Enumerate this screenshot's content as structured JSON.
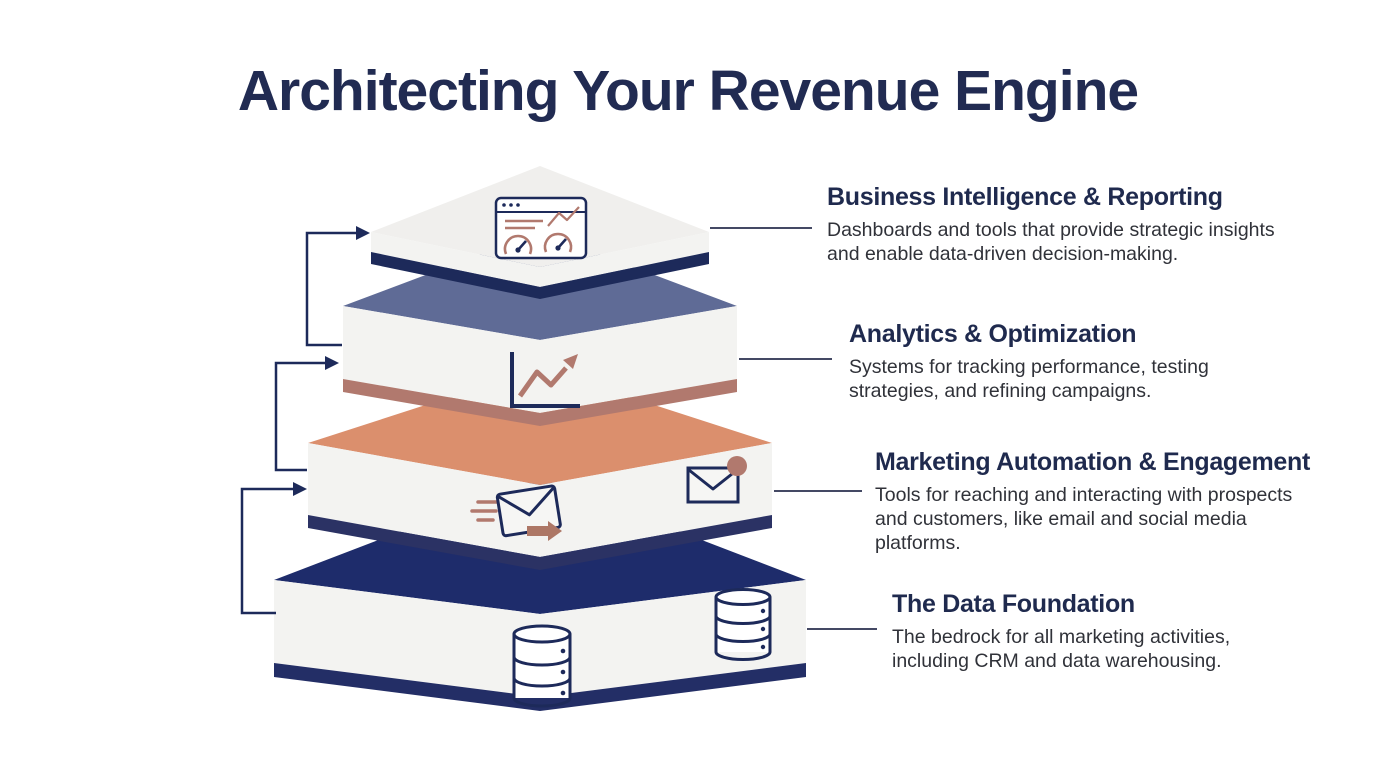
{
  "title": "Architecting Your Revenue Engine",
  "colors": {
    "background": "#ffffff",
    "navy": "#1d2a5a",
    "rim_navy": "#232e66",
    "slate_blue": "#5f6b96",
    "salmon": "#db8f6d",
    "rose": "#b1796e",
    "rose_dark": "#ad7766",
    "face_light": "#f3f3f1",
    "top_light": "#f0efed",
    "icon_fill": "#ffffff",
    "connector": "#2a2f4e",
    "title_text": "#212b52",
    "heading_text": "#1f2a4e",
    "body_text": "#303239"
  },
  "layers": [
    {
      "name": "Business Intelligence & Reporting",
      "description": "Dashboards and tools that provide strategic insights and enable data-driven decision-making.",
      "icon": "dashboard-icon",
      "top_color": "#f0efed",
      "rim_color": "#1d2a5a"
    },
    {
      "name": "Analytics & Optimization",
      "description": "Systems for tracking performance, testing strategies, and refining campaigns.",
      "icon": "line-chart-icon",
      "top_color": "#5f6b96",
      "rim_color": "#b1796e"
    },
    {
      "name": "Marketing Automation & Engagement",
      "description": "Tools for reaching and interacting with prospects and customers, like email and social media platforms.",
      "icon": "email-send-icon, email-notification-icon",
      "top_color": "#db8f6d",
      "rim_color": "#2b3264"
    },
    {
      "name": "The Data Foundation",
      "description": "The bedrock for all marketing activities, including CRM and data warehousing.",
      "icon": "database-icon",
      "top_color": "#1e2c6b",
      "rim_color": "#232e66"
    }
  ]
}
